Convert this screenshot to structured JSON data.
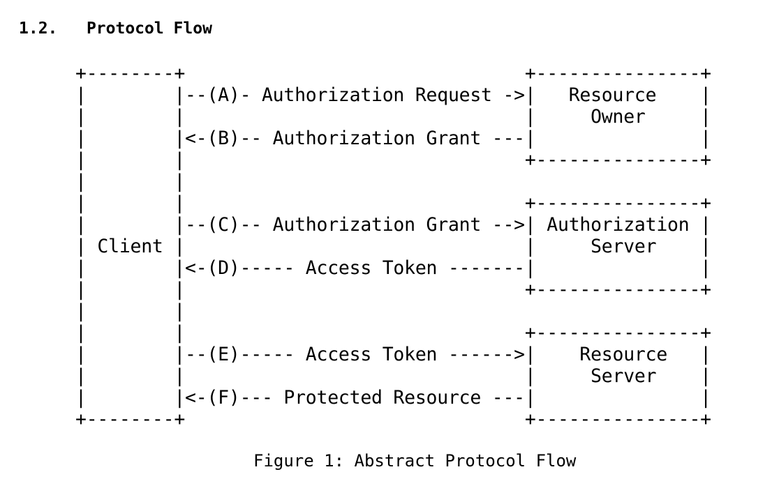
{
  "heading": {
    "number": "1.2.",
    "title": "Protocol Flow"
  },
  "diagram": {
    "lines": [
      "+--------+                               +---------------+",
      "|        |--(A)- Authorization Request ->|   Resource    |",
      "|        |                               |     Owner     |",
      "|        |<-(B)-- Authorization Grant ---|               |",
      "|        |                               +---------------+",
      "|        |",
      "|        |                               +---------------+",
      "|        |--(C)-- Authorization Grant -->| Authorization |",
      "| Client |                               |     Server    |",
      "|        |<-(D)----- Access Token -------|               |",
      "|        |                               +---------------+",
      "|        |",
      "|        |                               +---------------+",
      "|        |--(E)----- Access Token ------>|    Resource   |",
      "|        |                               |     Server    |",
      "|        |<-(F)--- Protected Resource ---|               |",
      "+--------+                               +---------------+"
    ],
    "caption": "Figure 1: Abstract Protocol Flow"
  }
}
